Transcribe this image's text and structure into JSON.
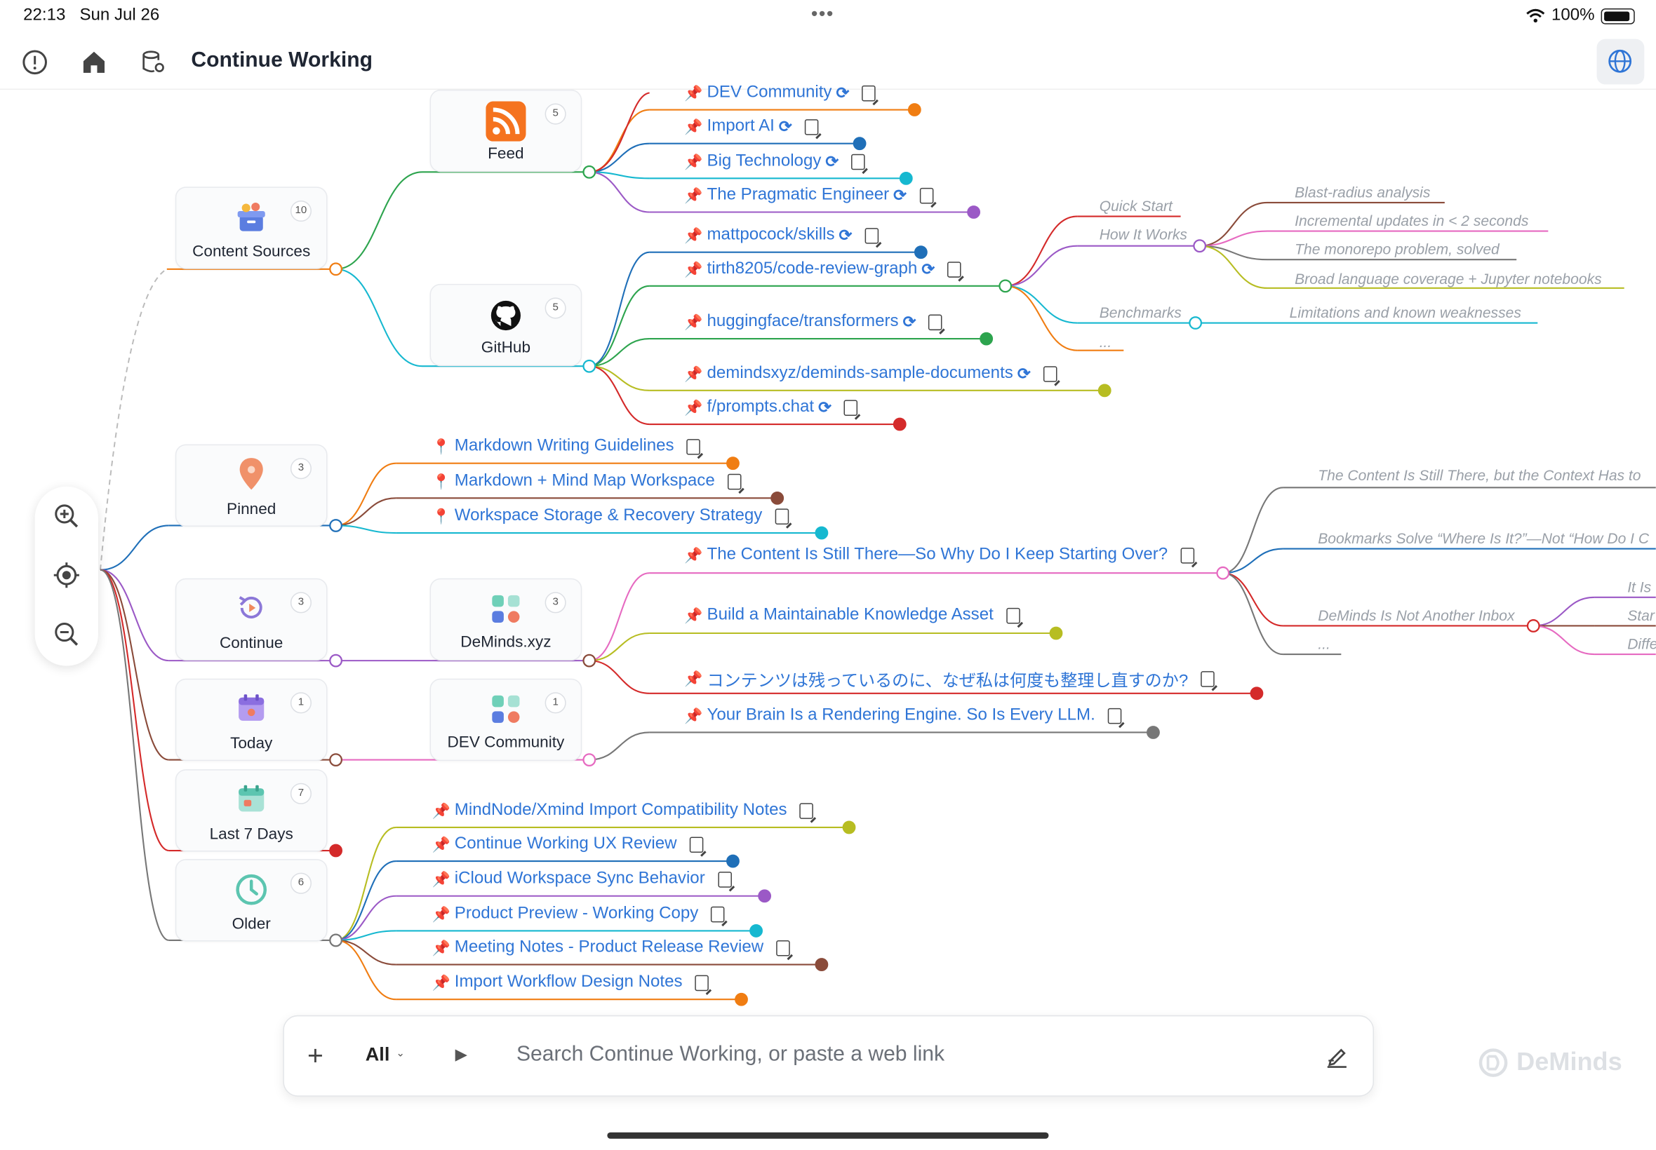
{
  "status": {
    "time": "22:13",
    "date": "Sun Jul 26",
    "battery": "100%"
  },
  "nav": {
    "title": "Continue Working",
    "icons": [
      "info-icon",
      "home-icon",
      "database-settings-icon"
    ],
    "globe_icon": "globe-icon"
  },
  "categories": [
    {
      "label": "Content Sources",
      "count": "10",
      "icon": "archive-box-icon"
    },
    {
      "label": "Pinned",
      "count": "3",
      "icon": "map-pin-icon"
    },
    {
      "label": "Continue",
      "count": "3",
      "icon": "history-icon"
    },
    {
      "label": "Today",
      "count": "1",
      "icon": "calendar-today-icon"
    },
    {
      "label": "Last 7 Days",
      "count": "7",
      "icon": "calendar-week-icon"
    },
    {
      "label": "Older",
      "count": "6",
      "icon": "clock-icon"
    }
  ],
  "sources": [
    {
      "label": "Feed",
      "count": "5",
      "icon": "rss-icon"
    },
    {
      "label": "GitHub",
      "count": "5",
      "icon": "github-icon"
    },
    {
      "label": "DeMinds.xyz",
      "count": "3",
      "icon": "app-grid-icon"
    },
    {
      "label": "DEV Community",
      "count": "1",
      "icon": "app-grid-icon"
    }
  ],
  "feed_items": [
    "DEV Community",
    "Import AI",
    "Big Technology",
    "The Pragmatic Engineer"
  ],
  "github_items": [
    "mattpocock/skills",
    "tirth8205/code-review-graph",
    "huggingface/transformers",
    "demindsxyz/deminds-sample-documents",
    "f/prompts.chat"
  ],
  "pinned_items": [
    "Markdown Writing Guidelines",
    "Markdown + Mind Map Workspace",
    "Workspace Storage & Recovery Strategy"
  ],
  "deminds_items": [
    "The Content Is Still There—So Why Do I Keep Starting Over?",
    "Build a Maintainable Knowledge Asset",
    "コンテンツは残っているのに、なぜ私は何度も整理し直すのか?"
  ],
  "dev_items": [
    "Your Brain Is a Rendering Engine. So Is Every LLM."
  ],
  "older_items": [
    "MindNode/Xmind Import Compatibility Notes",
    "Continue Working UX Review",
    "iCloud Workspace Sync Behavior",
    "Product Preview - Working Copy",
    "Meeting Notes - Product Release Review",
    "Import Workflow Design Notes"
  ],
  "code_review_sections": [
    "Quick Start",
    "How It Works",
    "Benchmarks",
    "..."
  ],
  "how_it_works_items": [
    "Blast-radius analysis",
    "Incremental updates in < 2 seconds",
    "The monorepo problem, solved",
    "Broad language coverage + Jupyter notebooks"
  ],
  "benchmarks_items": [
    "Limitations and known weaknesses"
  ],
  "content_sections": [
    "The Content Is Still There, but the Context Has to",
    "Bookmarks Solve “Where Is It?”—Not “How Do I C",
    "DeMinds Is Not Another Inbox",
    "..."
  ],
  "inbox_items": [
    "It Is",
    "Star",
    "Diffe"
  ],
  "search": {
    "plus": "+",
    "filter": "All",
    "placeholder": "Search Continue Working, or paste a web link"
  },
  "zoom_icons": [
    "zoom-in-icon",
    "recenter-icon",
    "zoom-out-icon"
  ],
  "watermark": "DeMinds",
  "colors": {
    "orange": "#f07d12",
    "blue": "#1f6fb8",
    "cyan": "#16b8d0",
    "purple": "#9b59c6",
    "green": "#2da44e",
    "olive": "#b7bd22",
    "red": "#d42a2a",
    "brown": "#8a4b3a",
    "pink": "#e66ac1",
    "gray": "#777777",
    "link": "#2f75d6"
  }
}
